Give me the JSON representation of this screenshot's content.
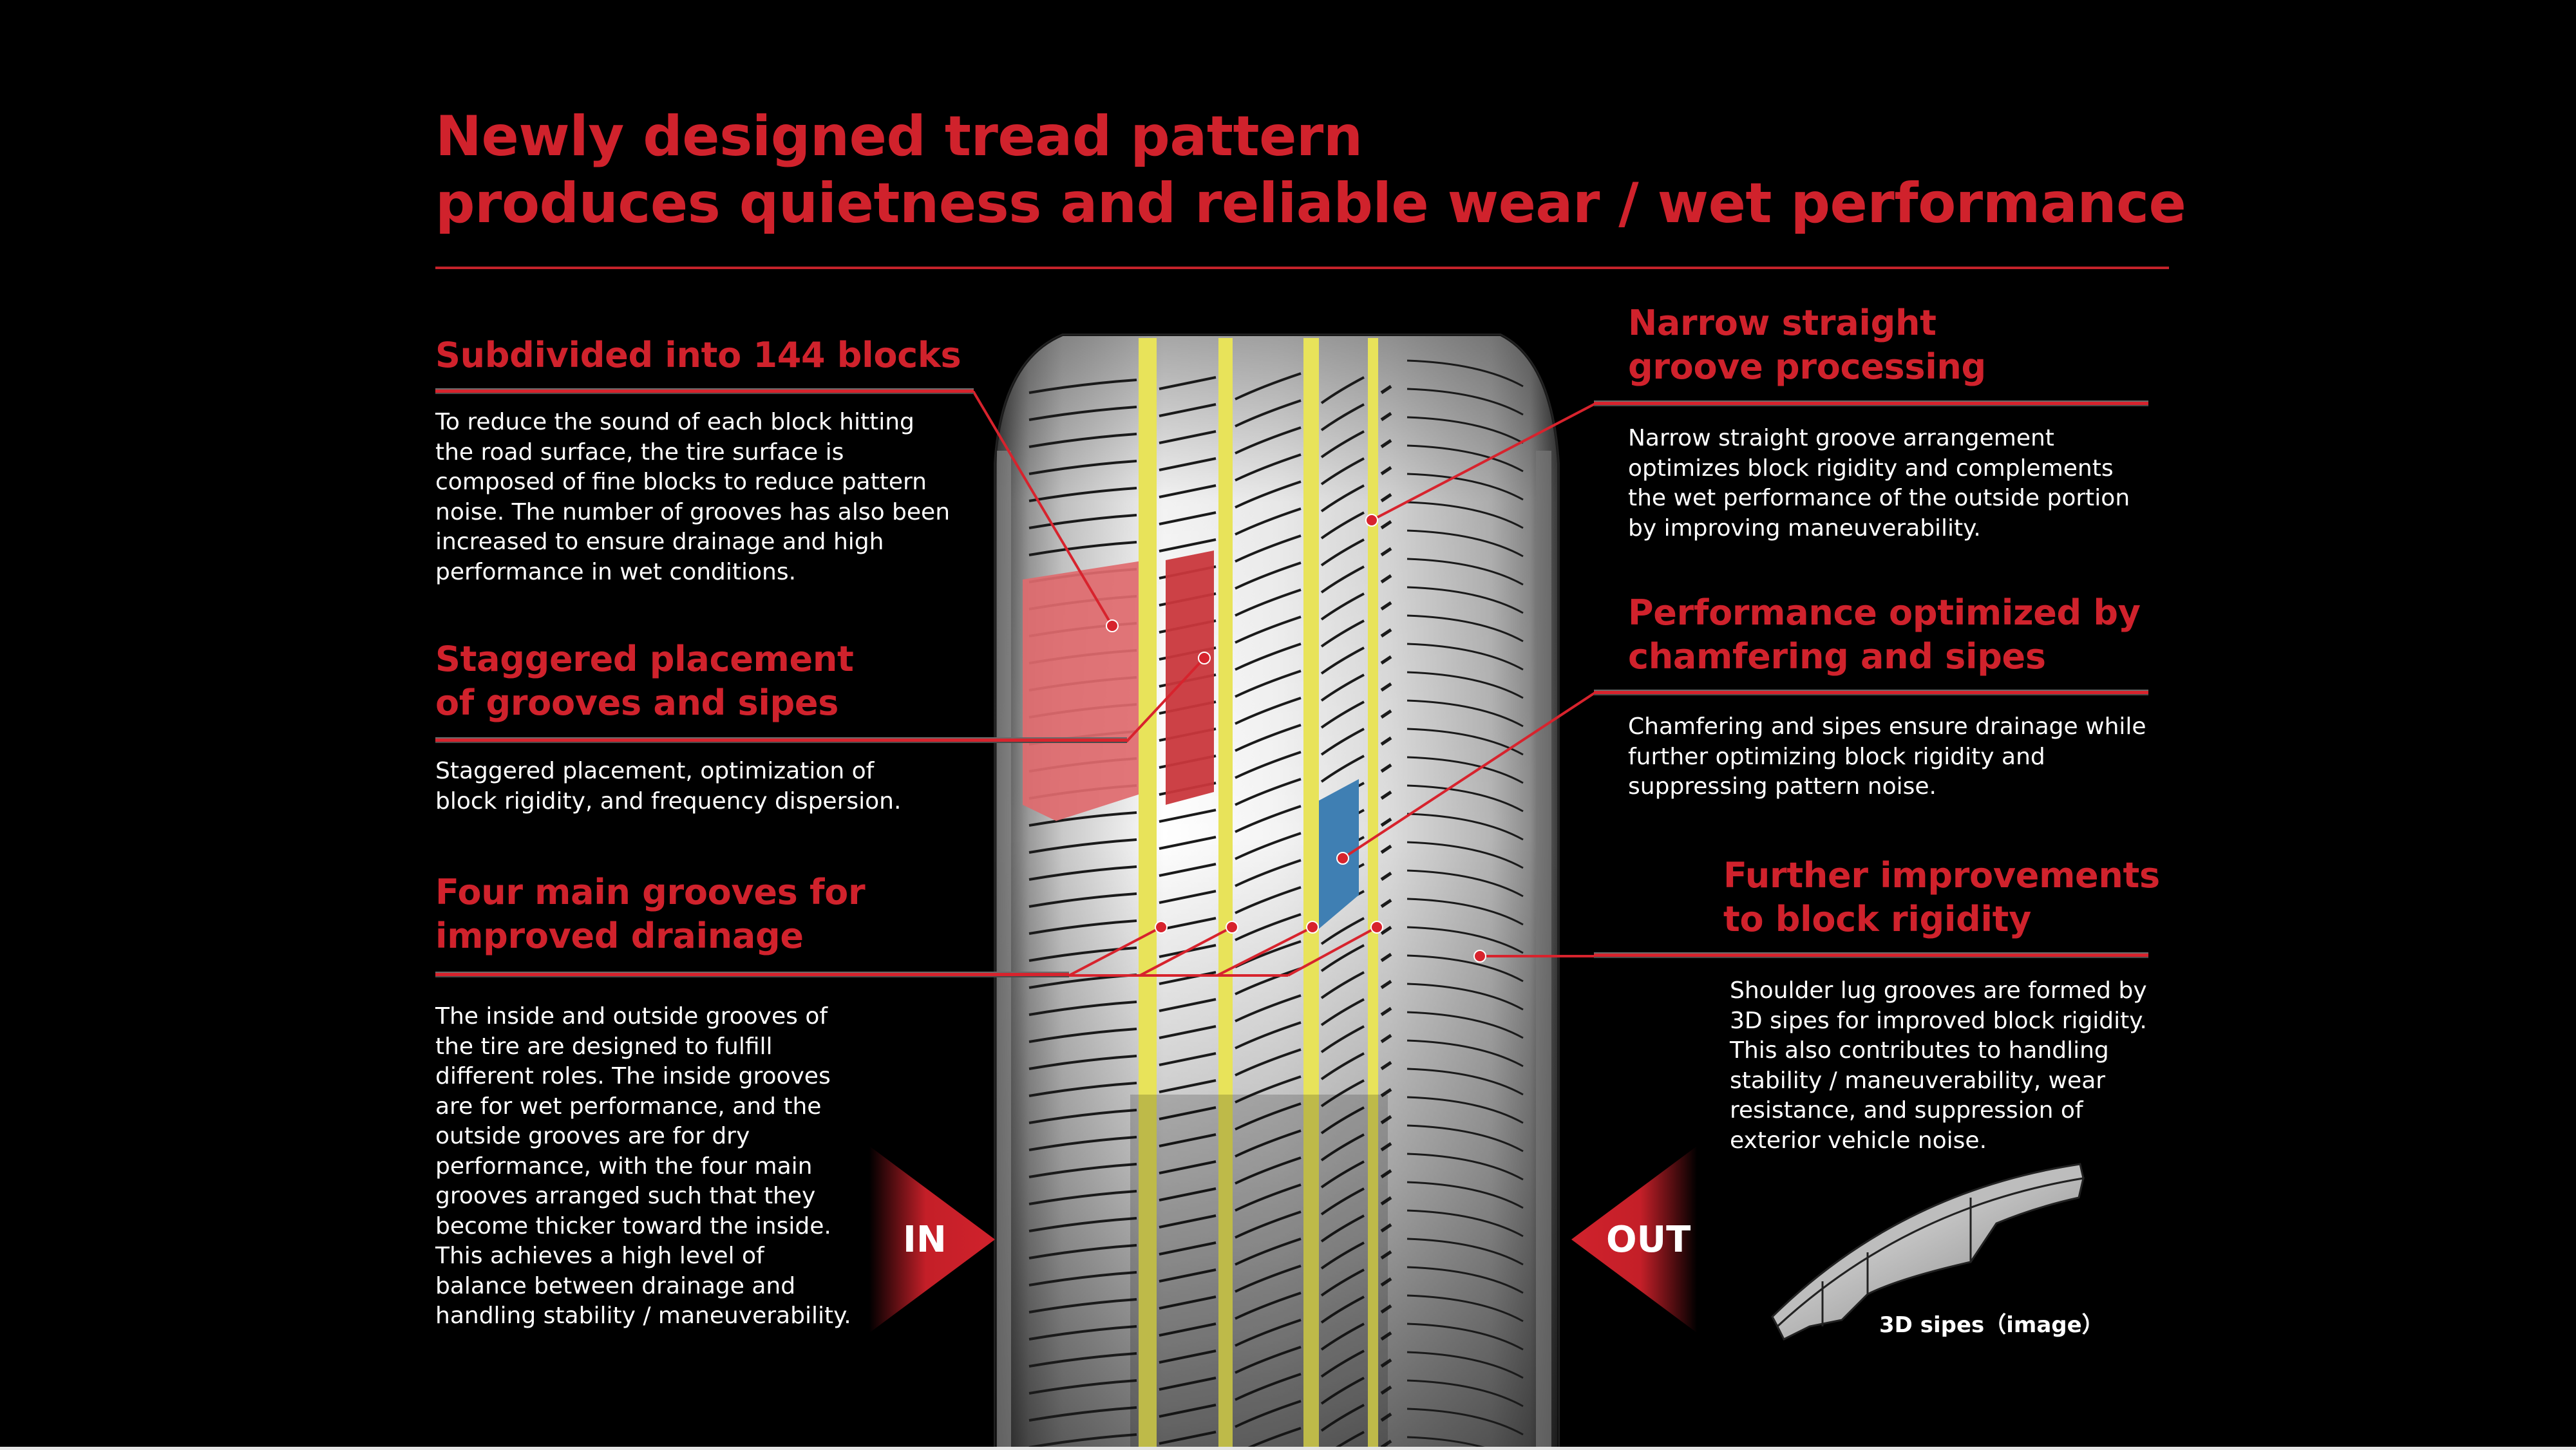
{
  "title": {
    "line1": "Newly designed tread pattern",
    "line2": "produces quietness and reliable wear / wet performance"
  },
  "colors": {
    "accent_red": "#d0222c",
    "groove_yellow": "#e8e35a",
    "highlight_red": "#e06a6e",
    "highlight_blue": "#3f7fb3",
    "background": "#000000"
  },
  "features": {
    "blocks": {
      "heading": [
        "Subdivided into 144 blocks"
      ],
      "body": [
        "To reduce the sound of each block hitting",
        "the road surface, the tire surface is",
        "composed of fine blocks to reduce pattern",
        "noise. The number of grooves has also been",
        "increased to ensure drainage and high",
        "performance in wet conditions."
      ]
    },
    "staggered": {
      "heading": [
        "Staggered placement",
        "of grooves and sipes"
      ],
      "body": [
        "Staggered placement, optimization of",
        "block rigidity, and frequency dispersion."
      ]
    },
    "four_grooves": {
      "heading": [
        "Four main grooves for",
        "improved drainage"
      ],
      "body": [
        "The inside and outside grooves of",
        "the tire are designed to fulfill",
        "different roles. The inside grooves",
        "are for wet performance, and the",
        "outside grooves are for dry",
        "performance, with the four main",
        "grooves arranged such that they",
        "become thicker toward the inside.",
        "This achieves a high level of",
        "balance between drainage and",
        "handling stability / maneuverability."
      ]
    },
    "narrow_groove": {
      "heading": [
        "Narrow straight",
        "groove processing"
      ],
      "body": [
        "Narrow straight groove arrangement",
        "optimizes block rigidity and complements",
        "the wet performance of the outside portion",
        "by improving maneuverability."
      ]
    },
    "chamfering": {
      "heading": [
        "Performance optimized by",
        "chamfering and sipes"
      ],
      "body": [
        "Chamfering and sipes ensure drainage while",
        "further optimizing block rigidity and",
        "suppressing pattern noise."
      ]
    },
    "rigidity": {
      "heading": [
        "Further improvements",
        "to block rigidity"
      ],
      "body": [
        "Shoulder lug grooves are formed by",
        "3D sipes for improved block rigidity.",
        "This also contributes to handling",
        "stability / maneuverability, wear",
        "resistance, and suppression of",
        "exterior vehicle noise."
      ]
    }
  },
  "markers": {
    "in_label": "IN",
    "out_label": "OUT"
  },
  "sipes_caption": "3D sipes（image）"
}
